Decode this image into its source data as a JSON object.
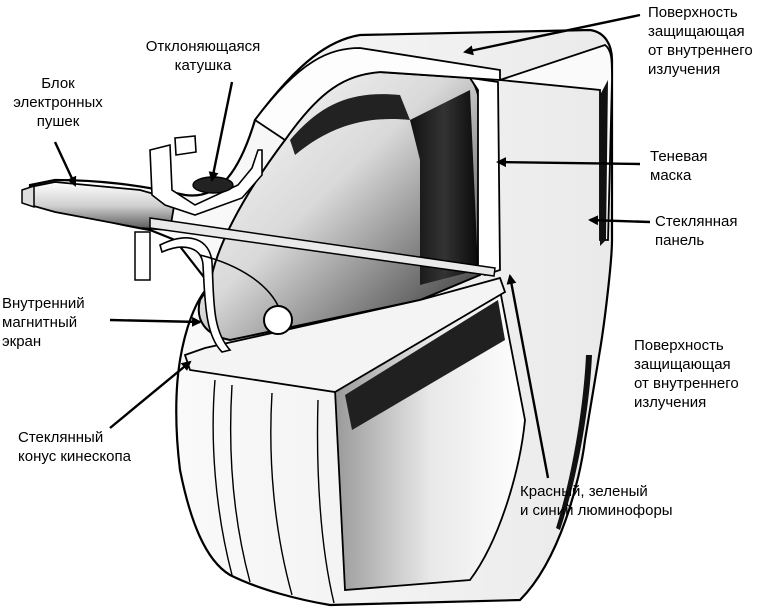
{
  "labels": {
    "deflection_coil": [
      "Отклоняющаяся",
      "катушка"
    ],
    "electron_gun": [
      "Блок",
      "электронных",
      "пушек"
    ],
    "surface_top": [
      "Поверхность",
      "защищающая",
      "от внутреннего",
      "излучения"
    ],
    "shadow_mask": [
      "Теневая",
      "маска"
    ],
    "glass_panel": [
      "Стеклянная",
      "панель"
    ],
    "magnetic_screen": [
      "Внутренний",
      "магнитный",
      "экран"
    ],
    "surface_bottom": [
      "Поверхность",
      "защищающая",
      "от внутреннего",
      "излучения"
    ],
    "glass_cone": [
      "Стеклянный",
      "конус кинескопа"
    ],
    "phosphors": [
      "Красный, зеленый",
      "и синий люминофоры"
    ]
  },
  "colors": {
    "outline": "#000000",
    "background": "#ffffff",
    "shell": "#f4f4f4"
  }
}
